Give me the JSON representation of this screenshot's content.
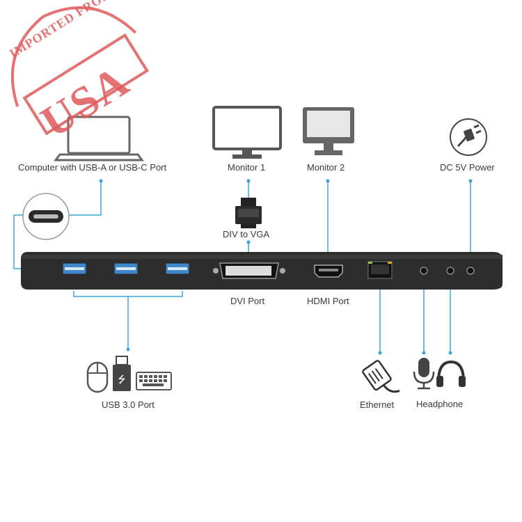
{
  "stamp": {
    "arc_text": "IMPORTED FROM",
    "big_text": "USA",
    "color": "#e05a5a"
  },
  "labels": {
    "computer": "Computer with USB-A or USB-C Port",
    "monitor1": "Monitor 1",
    "monitor2": "Monitor 2",
    "dc_power": "DC 5V Power",
    "div_to_vga": "DIV to VGA",
    "dvi_port": "DVI Port",
    "hdmi_port": "HDMI Port",
    "usb_port": "USB 3.0 Port",
    "ethernet": "Ethernet",
    "headphone": "Headphone"
  },
  "colors": {
    "connector_line": "#3aa5d8",
    "dock_body": "#2b2b2b",
    "usb_port_blue": "#3f86c8",
    "icon_gray": "#555555"
  },
  "icons": [
    "laptop-icon",
    "monitor-icon",
    "power-plug-icon",
    "usb-c-icon",
    "dvi-vga-adapter-icon",
    "mouse-icon",
    "usb-drive-icon",
    "keyboard-icon",
    "ethernet-cable-icon",
    "microphone-icon",
    "headphones-icon"
  ]
}
